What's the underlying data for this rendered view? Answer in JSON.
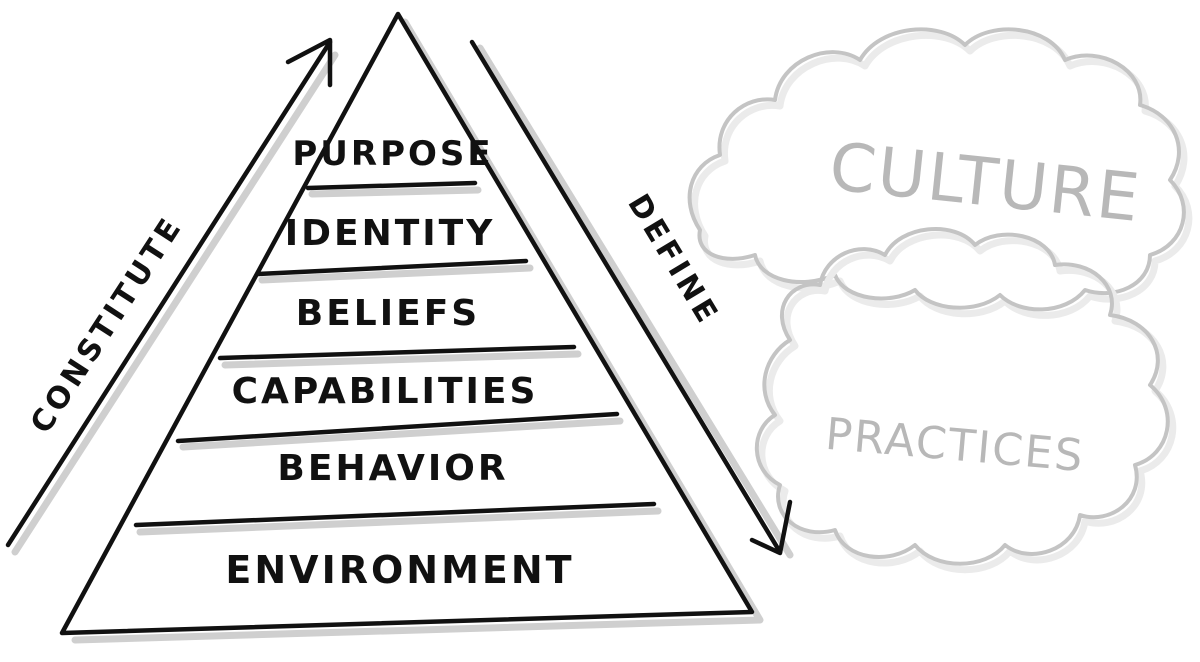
{
  "pyramid": {
    "levels": [
      "PURPOSE",
      "IDENTITY",
      "BELIEFS",
      "CAPABILITIES",
      "BEHAVIOR",
      "ENVIRONMENT"
    ]
  },
  "arrows": {
    "left": "CONSTITUTE",
    "right": "DEFINE"
  },
  "clouds": {
    "top": "CULTURE",
    "bottom": "PRACTICES"
  },
  "colors": {
    "ink": "#111111",
    "shadow": "#cfcfcf",
    "cloud": "#c4c4c4"
  }
}
